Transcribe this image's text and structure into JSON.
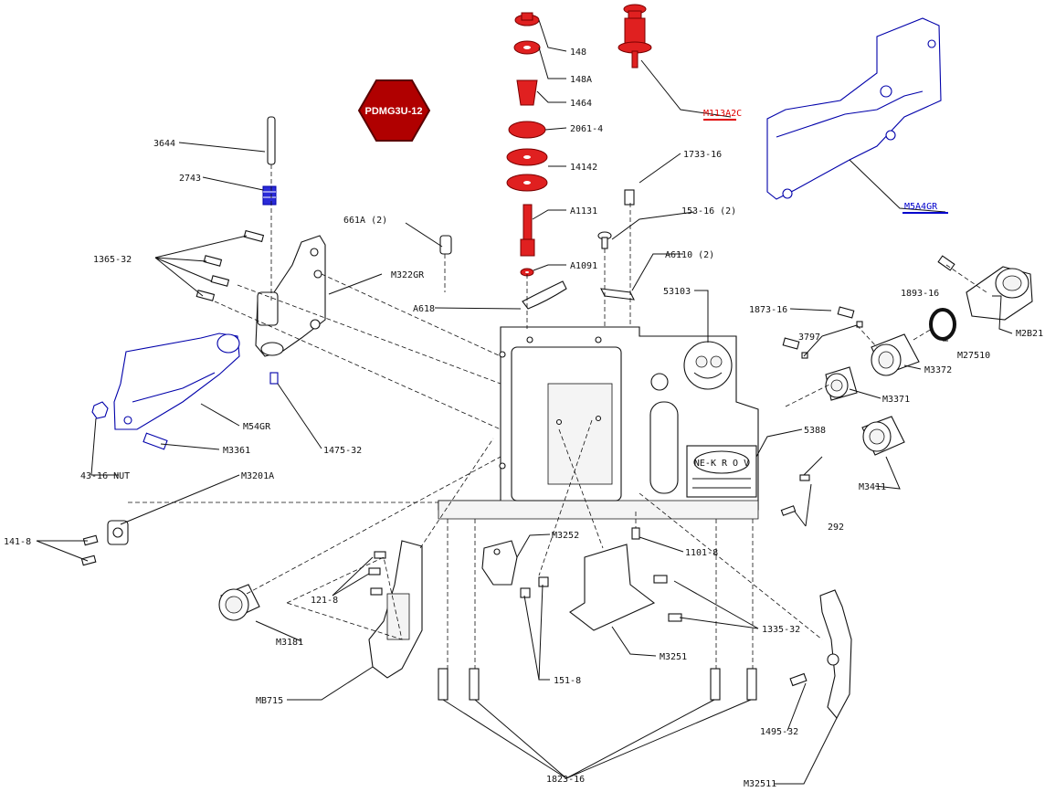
{
  "badge": {
    "text": "PDMG3U-12",
    "color": "#b00000"
  },
  "colors": {
    "highlight_red": "#e00000",
    "highlight_blue": "#0000cc",
    "line": "#111111"
  },
  "labels": {
    "p148": "148",
    "p148a": "148A",
    "p1464": "1464",
    "p2061": "2061-4",
    "p14142": "14142",
    "pA1131": "A1131",
    "pA1091": "A1091",
    "pA618": "A618",
    "pM113A2C": "M113A2C",
    "pM5A4GR": "M5A4GR",
    "p3644": "3644",
    "p2743": "2743",
    "p661A": "661A (2)",
    "p1733": "1733-16",
    "p153": "153-16 (2)",
    "pA6110": "A6110 (2)",
    "p1365": "1365-32",
    "pM322GR": "M322GR",
    "p53103": "53103",
    "p1893": "1893-16",
    "pM2B21": "M2B21",
    "p1873": "1873-16",
    "p3797": "3797",
    "pM27510": "M27510",
    "pM3372": "M3372",
    "pM3371": "M3371",
    "pM54GR": "M54GR",
    "pM3361": "M3361",
    "p1475": "1475-32",
    "p5388": "5388",
    "p4316": "43-16 NUT",
    "pM3201A": "M3201A",
    "pM3411": "M3411",
    "p292": "292",
    "p1418": "141-8",
    "pM3252": "M3252",
    "p1101": "1101-8",
    "p1218": "121-8",
    "pM3181": "M3181",
    "p1335": "1335-32",
    "pM3251": "M3251",
    "pMB715": "MB715",
    "p1518": "151-8",
    "p1495": "1495-32",
    "p1823": "1823-16",
    "pM32511": "M32511"
  }
}
